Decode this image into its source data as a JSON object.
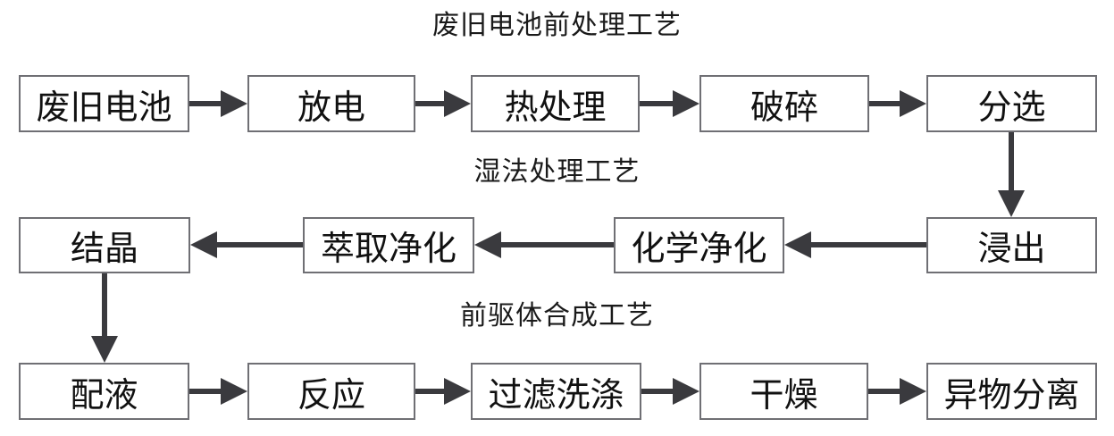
{
  "diagram": {
    "type": "flowchart",
    "background": "#ffffff",
    "sections": [
      {
        "title": "废旧电池前处理工艺",
        "flow_direction": "left-to-right",
        "boxes": [
          "废旧电池",
          "放电",
          "热处理",
          "破碎",
          "分选"
        ]
      },
      {
        "title": "湿法处理工艺",
        "flow_direction": "right-to-left",
        "boxes": [
          "结晶",
          "萃取净化",
          "化学净化",
          "浸出"
        ]
      },
      {
        "title": "前驱体合成工艺",
        "flow_direction": "left-to-right",
        "boxes": [
          "配液",
          "反应",
          "过滤洗涤",
          "干燥",
          "异物分离"
        ]
      }
    ],
    "flows": [
      "废旧电池→放电",
      "放电→热处理",
      "热处理→破碎",
      "破碎→分选",
      "分选→浸出",
      "浸出→化学净化",
      "化学净化→萃取净化",
      "萃取净化→结晶",
      "结晶→配液",
      "配液→反应",
      "反应→过滤洗涤",
      "过滤洗涤→干燥",
      "干燥→异物分离"
    ],
    "colors": {
      "box_border": "#6f6f74",
      "box_fill": "#ffffff",
      "arrow": "#3a3a3e",
      "text": "#111111"
    }
  }
}
